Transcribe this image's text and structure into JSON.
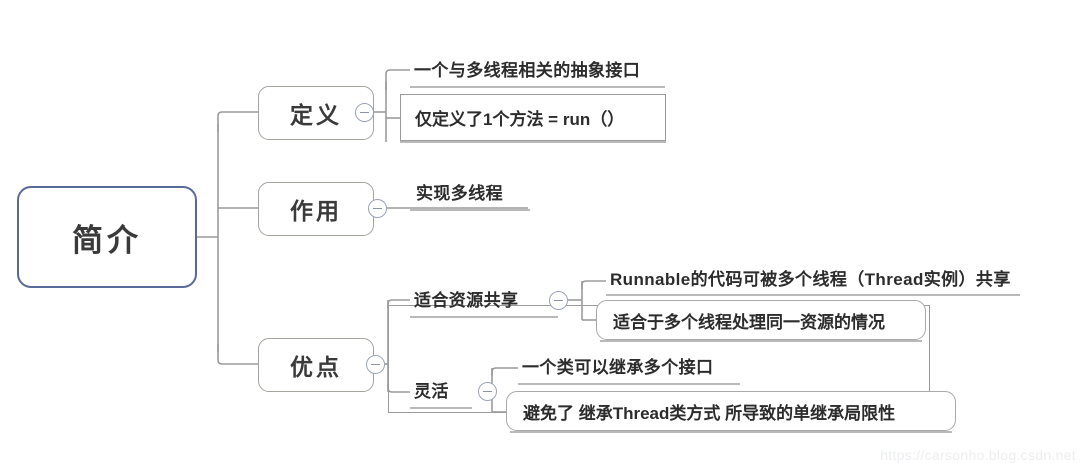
{
  "diagram": {
    "type": "mindmap",
    "root": {
      "label": "简介"
    },
    "branches": [
      {
        "label": "定义",
        "toggle": "collapse-toggle-icon",
        "children": [
          {
            "label": "一个与多线程相关的抽象接口",
            "style": "underline"
          },
          {
            "label": "仅定义了1个方法 = run（）",
            "style": "boxed-square"
          }
        ]
      },
      {
        "label": "作用",
        "toggle": "collapse-toggle-icon",
        "children": [
          {
            "label": "实现多线程",
            "style": "underline"
          }
        ]
      },
      {
        "label": "优点",
        "toggle": "collapse-toggle-icon",
        "children": [
          {
            "label": "适合资源共享",
            "style": "underline",
            "toggle": "collapse-toggle-icon",
            "children": [
              {
                "label": "Runnable的代码可被多个线程（Thread实例）共享",
                "style": "underline"
              },
              {
                "label": "适合于多个线程处理同一资源的情况",
                "style": "boxed-round"
              }
            ]
          },
          {
            "label": "灵活",
            "style": "underline",
            "toggle": "collapse-toggle-icon",
            "children": [
              {
                "label": "一个类可以继承多个接口",
                "style": "underline"
              },
              {
                "label": "避免了 继承Thread类方式 所导致的单继承局限性",
                "style": "boxed-round"
              }
            ]
          }
        ]
      }
    ]
  },
  "watermark": {
    "text": "https://carsonho.blog.csdn.net"
  },
  "colors": {
    "root_border": "#5a6a96",
    "branch_border": "#a6a29c",
    "connector": "#9b9b9b",
    "underline": "#b9b9b9",
    "text": "#2c2c2c",
    "toggle_border": "#9aa3b5",
    "watermark": "#eceef0"
  }
}
